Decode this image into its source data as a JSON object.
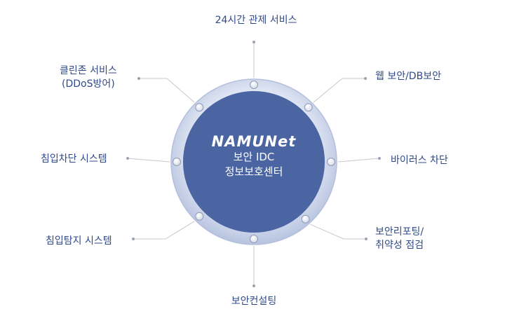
{
  "center": {
    "brand": "NAMUNet",
    "title_line1": "보안 IDC",
    "title_line2": "정보보호센터"
  },
  "services": [
    {
      "id": "24h",
      "lines": [
        "24시간 관제 서비스"
      ]
    },
    {
      "id": "web",
      "lines": [
        "웹 보안/DB보안"
      ]
    },
    {
      "id": "virus",
      "lines": [
        "바이러스 차단"
      ]
    },
    {
      "id": "report",
      "lines": [
        "보안리포팅/",
        "취약성 점검"
      ]
    },
    {
      "id": "consult",
      "lines": [
        "보안컨설팅"
      ]
    },
    {
      "id": "ids",
      "lines": [
        "침입탐지 시스템"
      ]
    },
    {
      "id": "ips",
      "lines": [
        "침입차단 시스템"
      ]
    },
    {
      "id": "clean",
      "lines": [
        "클린존 서비스",
        "(DDoS방어)"
      ]
    }
  ],
  "colors": {
    "inner_circle": "#4b64a2",
    "outer_ring": "#c9d2e8",
    "ring_border": "#b3bfdc",
    "label_text": "#2f4a8a",
    "connector": "#c8c8c8"
  }
}
